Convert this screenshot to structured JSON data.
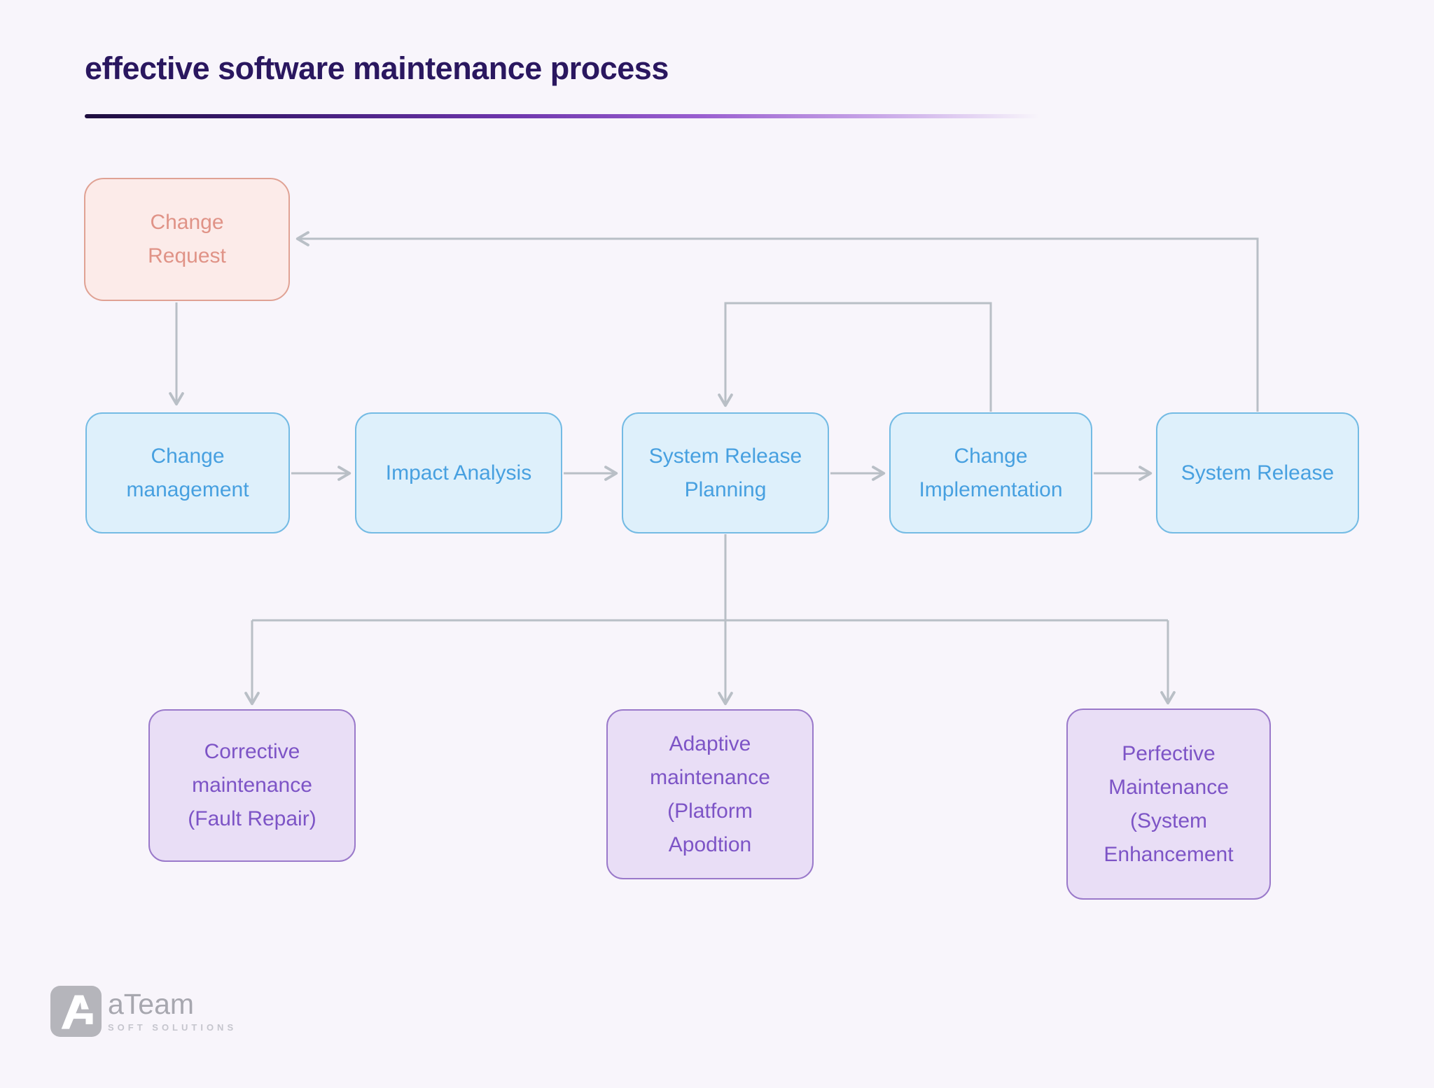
{
  "title": "effective software maintenance process",
  "diagram": {
    "nodes": [
      {
        "id": "change-request",
        "label": "Change\nRequest",
        "type": "pink"
      },
      {
        "id": "change-management",
        "label": "Change\nmanagement",
        "type": "blue"
      },
      {
        "id": "impact-analysis",
        "label": "Impact Analysis",
        "type": "blue"
      },
      {
        "id": "system-release-planning",
        "label": "System Release\nPlanning",
        "type": "blue"
      },
      {
        "id": "change-implementation",
        "label": "Change\nImplementation",
        "type": "blue"
      },
      {
        "id": "system-release",
        "label": "System Release",
        "type": "blue"
      },
      {
        "id": "corrective-maintenance",
        "label": "Corrective\nmaintenance\n(Fault Repair)",
        "type": "purple"
      },
      {
        "id": "adaptive-maintenance",
        "label": "Adaptive\nmaintenance\n(Platform\nApodtion",
        "type": "purple"
      },
      {
        "id": "perfective-maintenance",
        "label": "Perfective\nMaintenance\n(System\nEnhancement",
        "type": "purple"
      }
    ],
    "edges": [
      {
        "from": "change-request",
        "to": "change-management"
      },
      {
        "from": "change-management",
        "to": "impact-analysis"
      },
      {
        "from": "impact-analysis",
        "to": "system-release-planning"
      },
      {
        "from": "system-release-planning",
        "to": "change-implementation"
      },
      {
        "from": "change-implementation",
        "to": "system-release"
      },
      {
        "from": "system-release",
        "to": "change-request"
      },
      {
        "from": "change-implementation",
        "to": "system-release-planning"
      },
      {
        "from": "system-release-planning",
        "to": "corrective-maintenance"
      },
      {
        "from": "system-release-planning",
        "to": "adaptive-maintenance"
      },
      {
        "from": "system-release-planning",
        "to": "perfective-maintenance"
      }
    ]
  },
  "logo": {
    "monogram": "A",
    "name": "aTeam",
    "tagline": "SOFT SOLUTIONS"
  },
  "colors": {
    "background": "#f8f5fb",
    "title_text": "#2a175f",
    "rule_gradient_start": "#1e0e3e",
    "rule_gradient_mid": "#6d35ab",
    "rule_gradient_end": "#c9a8e8",
    "connector_gray": "#b9bfc6",
    "pink_fill": "#fcebe9",
    "pink_border": "#e0a294",
    "pink_text": "#e09387",
    "blue_fill": "#def0fb",
    "blue_border": "#74bbe4",
    "blue_text": "#47a0e0",
    "purple_fill": "#e9def6",
    "purple_border": "#9a79ca",
    "purple_text": "#7d54c6",
    "logo_gray": "#b5b5bb"
  }
}
